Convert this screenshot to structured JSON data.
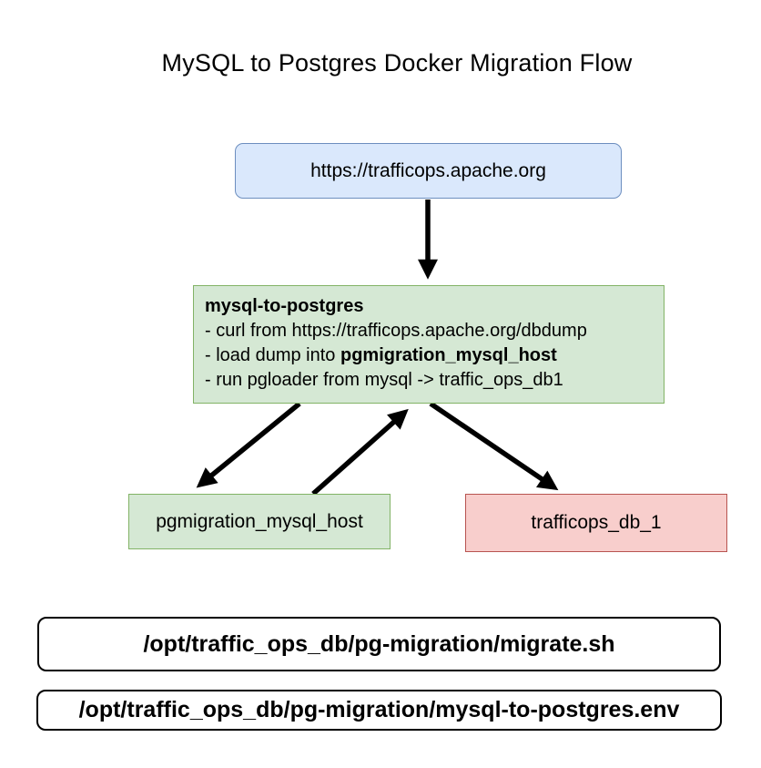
{
  "title": "MySQL to Postgres Docker Migration Flow",
  "colors": {
    "source_fill": "#dae8fc",
    "source_border": "#6c8ebf",
    "green_fill": "#d5e8d4",
    "green_border": "#82b366",
    "red_fill": "#f8cecc",
    "red_border": "#b85450",
    "arrow": "#000000"
  },
  "source_box": {
    "label": "https://trafficops.apache.org"
  },
  "process_box": {
    "title": "mysql-to-postgres",
    "bullet1": "- curl from https://trafficops.apache.org/dbdump",
    "bullet2_prefix": "- load dump into ",
    "bullet2_bold": "pgmigration_mysql_host",
    "bullet3": "- run pgloader from mysql -> traffic_ops_db1"
  },
  "mysql_host_box": {
    "label": "pgmigration_mysql_host"
  },
  "postgres_db_box": {
    "label": "trafficops_db_1"
  },
  "path_boxes": [
    {
      "label": "/opt/traffic_ops_db/pg-migration/migrate.sh"
    },
    {
      "label": "/opt/traffic_ops_db/pg-migration/mysql-to-postgres.env"
    }
  ]
}
